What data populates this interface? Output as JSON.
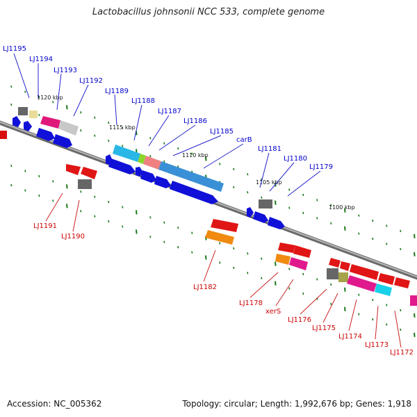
{
  "title": "Lactobacillus johnsonii NCC 533, complete genome",
  "footer": {
    "accession": "Accession: NC_005362",
    "topology": "Topology: circular; Length: 1,992,676 bp; Genes: 1,918"
  },
  "colors": {
    "forward_label": "#0000cc",
    "reverse_label": "#cc0000",
    "backbone": "#7a7a7a",
    "tick": "#1a7a1a"
  },
  "scale_ticks": [
    "1120 kbp",
    "1115 kbp",
    "1110 kbp",
    "1105 kbp",
    "1100 kbp"
  ],
  "forward_labels": [
    "LJ1195",
    "LJ1194",
    "LJ1193",
    "LJ1192",
    "LJ1189",
    "LJ1188",
    "LJ1187",
    "LJ1186",
    "LJ1185",
    "carB",
    "LJ1181",
    "LJ1180",
    "LJ1179"
  ],
  "reverse_labels": [
    "LJ1191",
    "LJ1190",
    "LJ1182",
    "LJ1178",
    "xerS",
    "LJ1176",
    "LJ1175",
    "LJ1174",
    "LJ1173",
    "LJ1172"
  ]
}
